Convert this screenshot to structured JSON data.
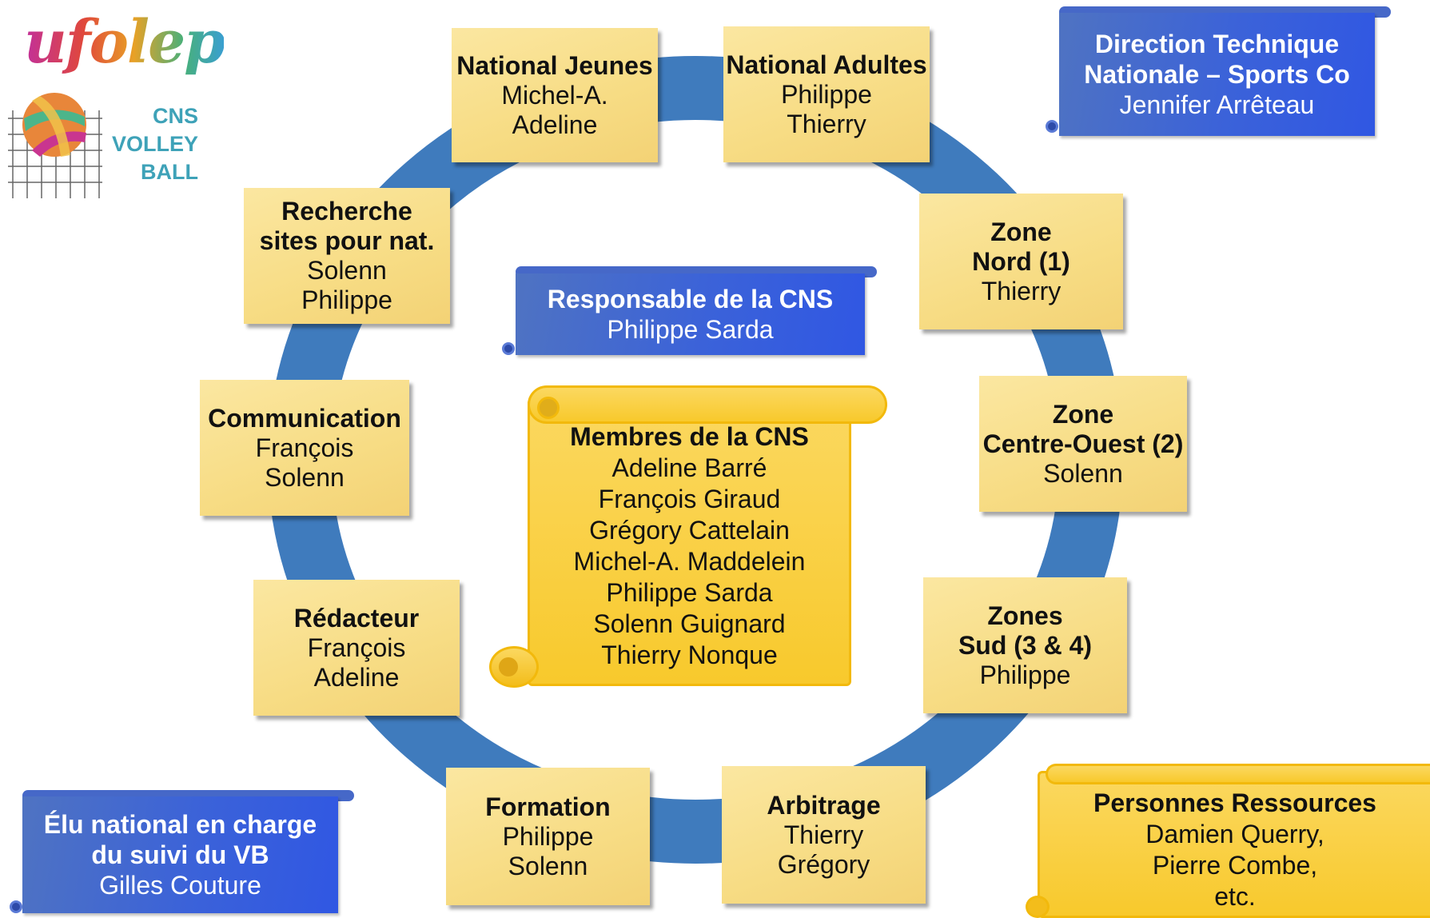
{
  "logo": {
    "brand": "ufolep",
    "lines": [
      "CNS",
      "VOLLEY",
      "BALL"
    ]
  },
  "colors": {
    "ring": "#3f7bbd",
    "note": "#f8df8b",
    "banner_blue": "#3b62d9",
    "scroll_yellow": "#f8c92c"
  },
  "notes": [
    {
      "title": [
        "National Jeunes"
      ],
      "lines": [
        "Michel-A.",
        "Adeline"
      ]
    },
    {
      "title": [
        "National Adultes"
      ],
      "lines": [
        "Philippe",
        "Thierry"
      ]
    },
    {
      "title": [
        "Zone",
        "Nord (1)"
      ],
      "lines": [
        "Thierry"
      ]
    },
    {
      "title": [
        "Zone",
        "Centre-Ouest (2)"
      ],
      "lines": [
        "Solenn"
      ]
    },
    {
      "title": [
        "Zones",
        "Sud (3 & 4)"
      ],
      "lines": [
        "Philippe"
      ]
    },
    {
      "title": [
        "Arbitrage"
      ],
      "lines": [
        "Thierry",
        "Grégory"
      ]
    },
    {
      "title": [
        "Formation"
      ],
      "lines": [
        "Philippe",
        "Solenn"
      ]
    },
    {
      "title": [
        "Rédacteur"
      ],
      "lines": [
        "François",
        "Adeline"
      ]
    },
    {
      "title": [
        "Communication"
      ],
      "lines": [
        "François",
        "Solenn"
      ]
    },
    {
      "title": [
        "Recherche",
        "sites pour nat."
      ],
      "lines": [
        "Solenn",
        "Philippe"
      ]
    }
  ],
  "responsable": {
    "title": "Responsable de la CNS",
    "name": "Philippe Sarda"
  },
  "membres": {
    "title": "Membres de la CNS",
    "names": [
      "Adeline Barré",
      "François Giraud",
      "Grégory Cattelain",
      "Michel-A. Maddelein",
      "Philippe Sarda",
      "Solenn Guignard",
      "Thierry Nonque"
    ]
  },
  "direction": {
    "title": [
      "Direction Technique",
      "Nationale – Sports Co"
    ],
    "name": "Jennifer Arrêteau"
  },
  "elu": {
    "title": [
      "Élu national en charge",
      "du suivi du VB"
    ],
    "name": "Gilles Couture"
  },
  "ressources": {
    "title": "Personnes Ressources",
    "lines": [
      "Damien Querry,",
      "Pierre Combe,",
      "etc."
    ]
  }
}
